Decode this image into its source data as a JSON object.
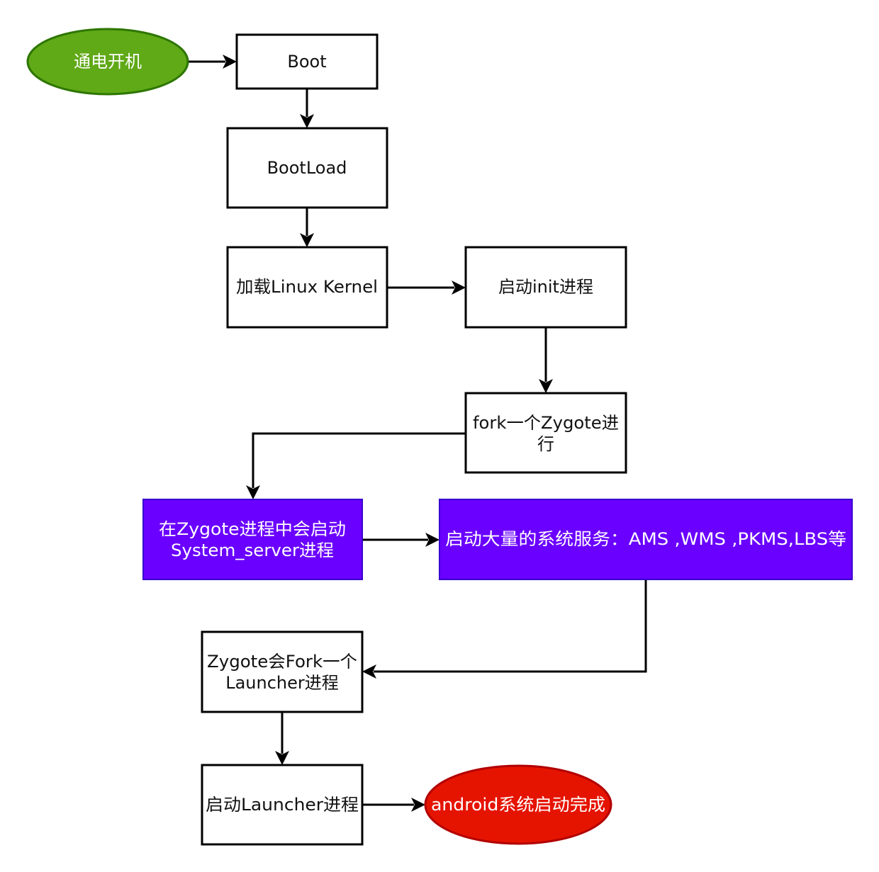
{
  "diagram": {
    "nodes": {
      "power_on": {
        "label": "通电开机",
        "color": "#60a917"
      },
      "boot": {
        "label": "Boot"
      },
      "bootload": {
        "label": "BootLoad"
      },
      "load_kernel": {
        "label": "加载Linux Kernel"
      },
      "start_init": {
        "label": "启动init进程"
      },
      "fork_zygote": {
        "lines": [
          "fork一个Zygote进",
          "行"
        ]
      },
      "start_system_server": {
        "lines": [
          "在Zygote进程中会启动",
          "System_server进程"
        ],
        "color": "#6a00ff"
      },
      "start_services": {
        "label": "启动大量的系统服务：AMS ,WMS ,PKMS,LBS等",
        "color": "#6a00ff"
      },
      "fork_launcher": {
        "lines": [
          "Zygote会Fork一个",
          "Launcher进程"
        ]
      },
      "start_launcher": {
        "label": "启动Launcher进程"
      },
      "boot_complete": {
        "label": "android系统启动完成",
        "color": "#e51400"
      }
    }
  }
}
